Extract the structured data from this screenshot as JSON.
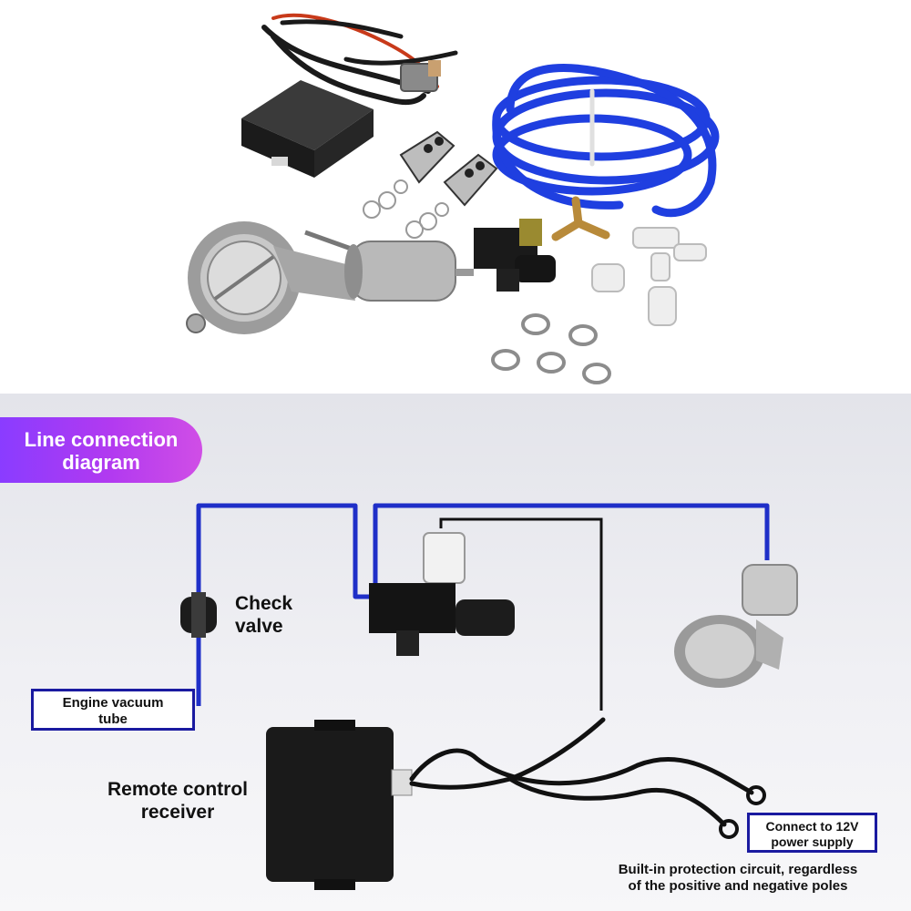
{
  "title": {
    "line1": "Line connection",
    "line2": "diagram"
  },
  "labels": {
    "check_valve": {
      "line1": "Check",
      "line2": "valve"
    },
    "engine_vacuum": {
      "line1": "Engine vacuum",
      "line2": "tube"
    },
    "remote_receiver": {
      "line1": "Remote control",
      "line2": "receiver"
    },
    "power_supply": {
      "line1": "Connect to 12V",
      "line2": "power supply"
    },
    "protection": {
      "line1": "Built-in protection circuit, regardless",
      "line2": "of the positive and negative poles"
    }
  },
  "colors": {
    "vacuum_tube": "#1f2fc8",
    "badge_start": "#8a3cff",
    "badge_end": "#d04ee6",
    "label_border": "#1a1aa0"
  }
}
